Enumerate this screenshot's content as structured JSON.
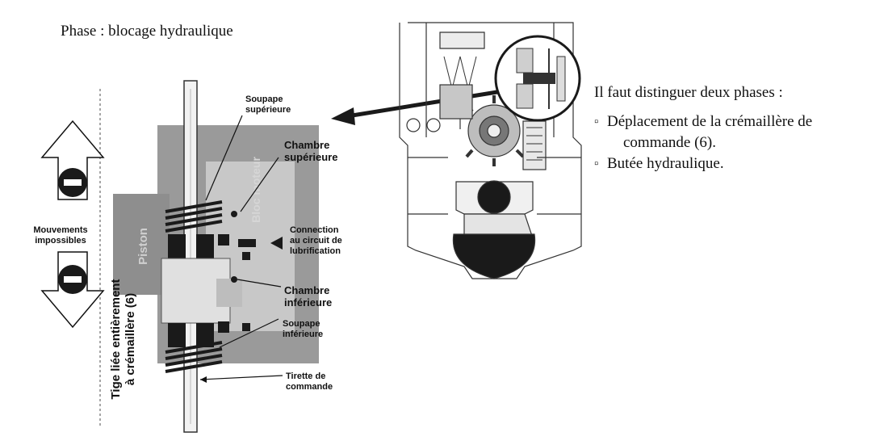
{
  "title": "Phase : blocage hydraulique",
  "right_panel": {
    "intro": "Il faut distinguer deux phases :",
    "bullets": [
      {
        "line1": "Déplacement de la crémaillère de",
        "line2": "commande (6)."
      },
      {
        "line1": "Butée hydraulique.",
        "line2": ""
      }
    ],
    "bullet_mark": "▫"
  },
  "labels": {
    "soupape_superieure": [
      "Soupape",
      "supérieure"
    ],
    "chambre_superieure": [
      "Chambre",
      "supérieure"
    ],
    "connection": [
      "Connection",
      "au circuit de",
      "lubrification"
    ],
    "chambre_inferieure": [
      "Chambre",
      "inférieure"
    ],
    "soupape_inferieure": [
      "Soupape",
      "inférieure"
    ],
    "tirette": [
      "Tirette de",
      "commande"
    ],
    "mouvements": [
      "Mouvements",
      "impossibles"
    ],
    "tige": [
      "Tige liée entièrement",
      "à crémaillère (6)"
    ],
    "piston": "Piston",
    "bloc": "Bloc moteur"
  },
  "colors": {
    "stop_red": "#cc1f1f",
    "dark": "#1a1a1a",
    "block_gray": "#9a9a9a",
    "light_gray": "#d9d9d9"
  }
}
